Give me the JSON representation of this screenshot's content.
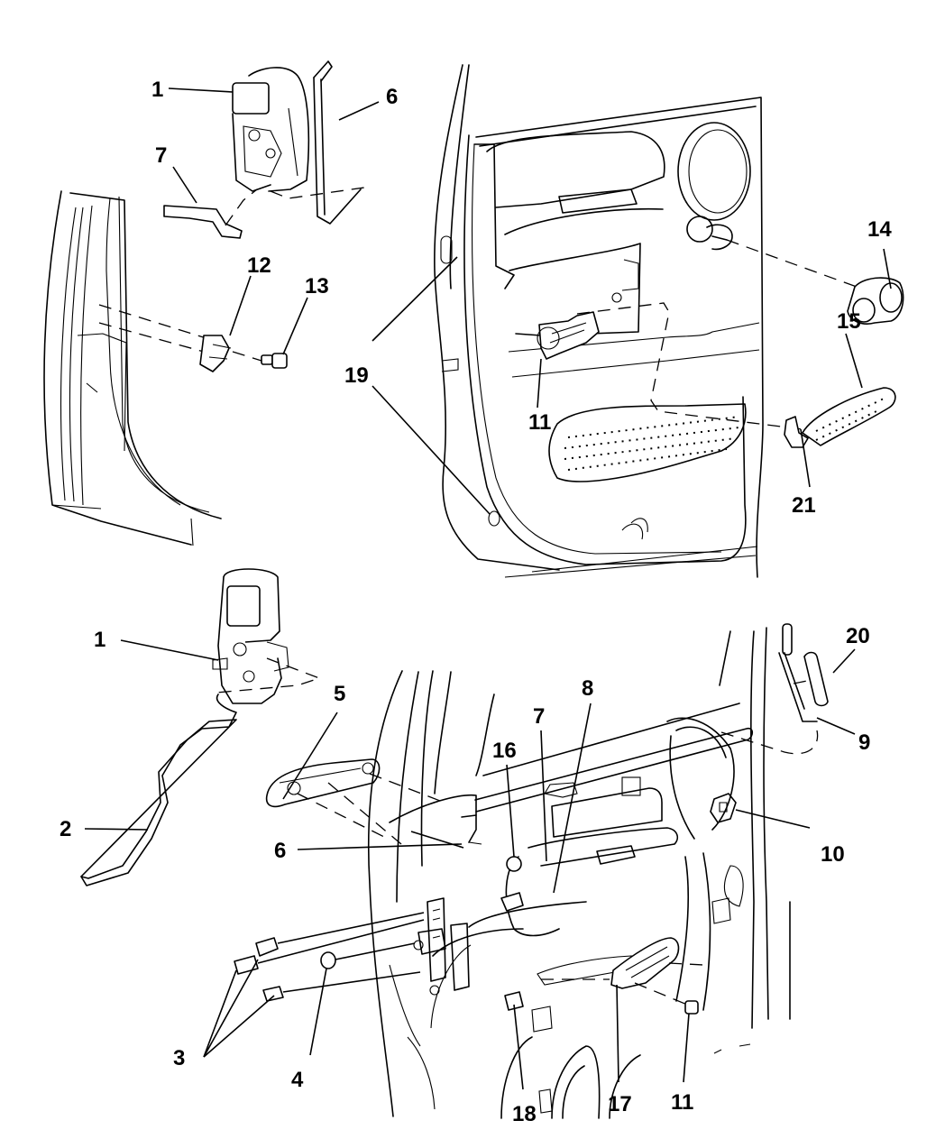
{
  "diagram": {
    "type": "exploded-parts-diagram",
    "subject": "Vehicle door latch, handle and hardware assembly",
    "colors": {
      "line": "#000000",
      "background": "#ffffff"
    },
    "callouts": [
      {
        "id": "c1a",
        "text": "1"
      },
      {
        "id": "c6a",
        "text": "6"
      },
      {
        "id": "c7a",
        "text": "7"
      },
      {
        "id": "c12",
        "text": "12"
      },
      {
        "id": "c13",
        "text": "13"
      },
      {
        "id": "c19",
        "text": "19"
      },
      {
        "id": "c11a",
        "text": "11"
      },
      {
        "id": "c14",
        "text": "14"
      },
      {
        "id": "c15",
        "text": "15"
      },
      {
        "id": "c21",
        "text": "21"
      },
      {
        "id": "c1b",
        "text": "1"
      },
      {
        "id": "c2",
        "text": "2"
      },
      {
        "id": "c5",
        "text": "5"
      },
      {
        "id": "c6b",
        "text": "6"
      },
      {
        "id": "c3",
        "text": "3"
      },
      {
        "id": "c4",
        "text": "4"
      },
      {
        "id": "c16",
        "text": "16"
      },
      {
        "id": "c7b",
        "text": "7"
      },
      {
        "id": "c8",
        "text": "8"
      },
      {
        "id": "c20",
        "text": "20"
      },
      {
        "id": "c9",
        "text": "9"
      },
      {
        "id": "c10",
        "text": "10"
      },
      {
        "id": "c18",
        "text": "18"
      },
      {
        "id": "c17",
        "text": "17"
      },
      {
        "id": "c11b",
        "text": "11"
      }
    ]
  }
}
